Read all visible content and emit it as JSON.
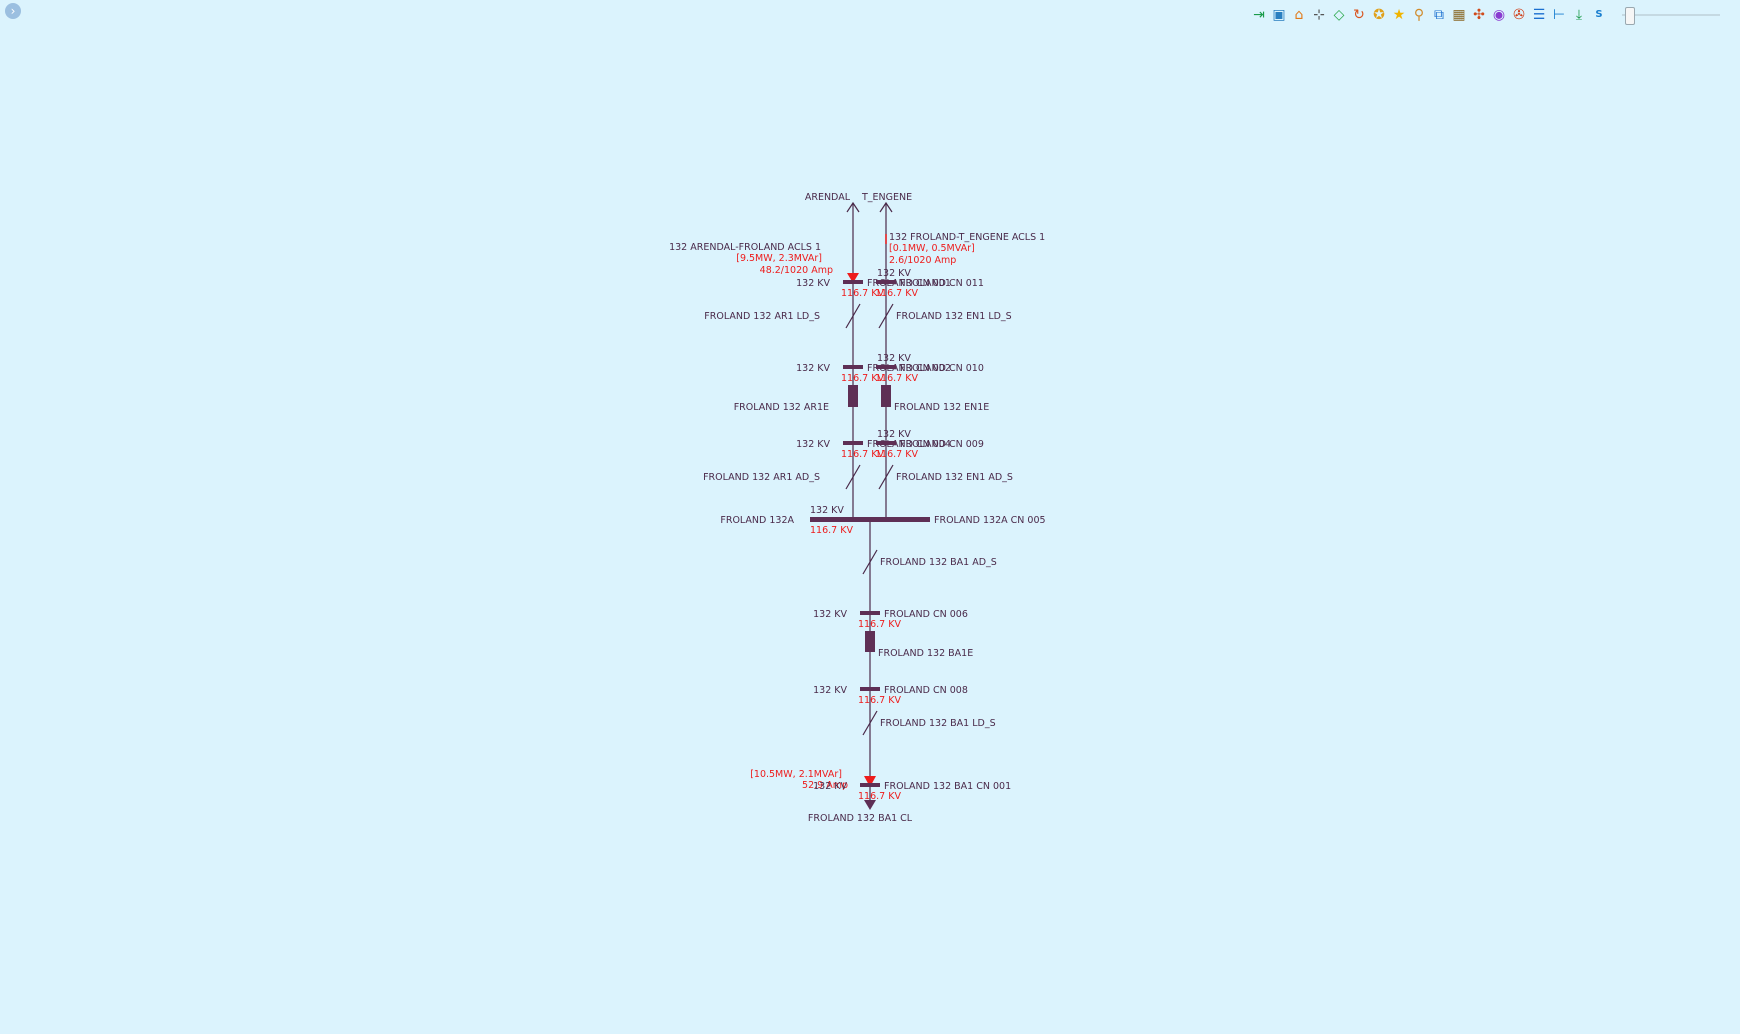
{
  "toolbar": {
    "icons": [
      "exit-icon",
      "display-icon",
      "home-icon",
      "split-icon",
      "eraser-icon",
      "refresh-icon",
      "favorite-icon",
      "star-icon",
      "search-icon",
      "copy-icon",
      "grid-icon",
      "network-icon",
      "location-icon",
      "map-icon",
      "list-icon",
      "tree-icon",
      "download-icon",
      "svg-export-icon"
    ],
    "glyphs": [
      "⇥",
      "▣",
      "⌂",
      "⊹",
      "◇",
      "↻",
      "✪",
      "★",
      "⚲",
      "⧉",
      "▦",
      "✣",
      "◉",
      "✇",
      "☰",
      "⊢",
      "⤓",
      "S"
    ],
    "colors": [
      "#1a9b4a",
      "#2a7fc0",
      "#e07a1a",
      "#555555",
      "#2aa84a",
      "#d9541e",
      "#e0a01a",
      "#f0b400",
      "#d08a2a",
      "#1a6fd0",
      "#8a6a2a",
      "#d04a1a",
      "#8a3ad0",
      "#d0401a",
      "#1a6fd0",
      "#1a7fd0",
      "#1a9b4a",
      "#1a7fd0"
    ]
  },
  "zoom": {
    "level": 0.03
  },
  "diagram": {
    "left_feeder": {
      "dest": "ARENDAL",
      "line_name": "132 ARENDAL-FROLAND ACLS 1",
      "flow": "[9.5MW, 2.3MVAr]",
      "amp": "48.2/1020 Amp",
      "cn1": {
        "nominal": "132 KV",
        "name": "FROLAND CN 001",
        "measured": "116.7 KV"
      },
      "ld_switch": "FROLAND 132 AR1 LD_S",
      "cn2": {
        "nominal": "132 KV",
        "name": "FROLAND CN 002",
        "measured": "116.7 KV"
      },
      "breaker": "FROLAND 132 AR1E",
      "cn3": {
        "nominal": "132 KV",
        "name": "FROLAND CN 004",
        "measured": "116.7 KV"
      },
      "ad_switch": "FROLAND 132 AR1 AD_S"
    },
    "right_feeder": {
      "dest": "T_ENGENE",
      "line_name": "132 FROLAND-T_ENGENE ACLS 1",
      "flow": "[0.1MW, 0.5MVAr]",
      "amp": "2.6/1020 Amp",
      "cn1": {
        "nominal": "132 KV",
        "name": "FROLAND CN 011",
        "measured": "116.7 KV"
      },
      "ld_switch": "FROLAND 132 EN1 LD_S",
      "cn2": {
        "nominal": "132 KV",
        "name": "FROLAND CN 010",
        "measured": "116.7 KV"
      },
      "breaker": "FROLAND 132 EN1E",
      "cn3": {
        "nominal": "132 KV",
        "name": "FROLAND CN 009",
        "measured": "116.7 KV"
      },
      "ad_switch": "FROLAND 132 EN1 AD_S"
    },
    "busbar": {
      "name": "FROLAND 132A",
      "cn_name": "FROLAND 132A CN 005",
      "nominal": "132 KV",
      "measured": "116.7 KV"
    },
    "bottom_feeder": {
      "ad_switch": "FROLAND 132 BA1 AD_S",
      "cn6": {
        "nominal": "132 KV",
        "name": "FROLAND CN 006",
        "measured": "116.7 KV"
      },
      "breaker": "FROLAND 132 BA1E",
      "cn8": {
        "nominal": "132 KV",
        "name": "FROLAND CN 008",
        "measured": "116.7 KV"
      },
      "ld_switch": "FROLAND 132 BA1 LD_S",
      "flow": "[10.5MW, 2.1MVAr]",
      "amp": "52.9 Amp",
      "cn_end": {
        "nominal": "132 KV",
        "name": "FROLAND 132 BA1 CN 001",
        "measured": "116.7 KV"
      },
      "load": "FROLAND 132 BA1 CL"
    }
  }
}
